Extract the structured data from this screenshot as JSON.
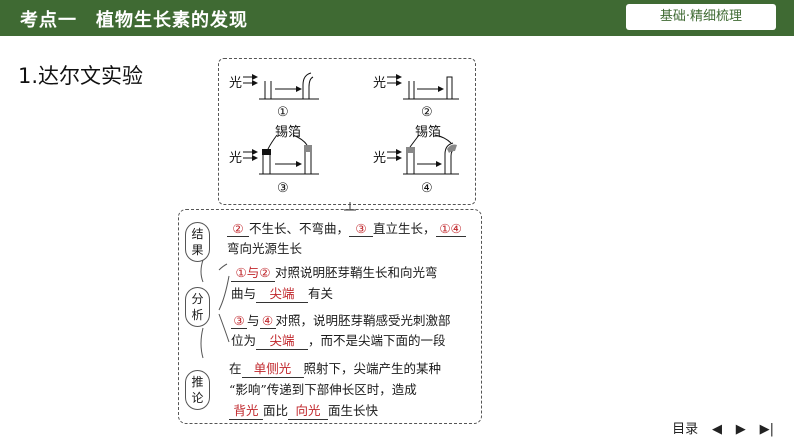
{
  "header": {
    "title": "考点一　植物生长素的发现",
    "tag": "基础·精细梳理"
  },
  "section_title": "1.达尔文实验",
  "experiment": {
    "light_label": "光",
    "foil_label": "锡箔",
    "panels": [
      "①",
      "②",
      "③",
      "④"
    ]
  },
  "notes": {
    "result": {
      "badge": "结果",
      "a1": "②",
      "t1": "不生长、不弯曲，",
      "a2": "③",
      "t2": "直立生长，",
      "a3": "①④",
      "t3": "弯向光源生长"
    },
    "analysis": {
      "badge": "分析",
      "a1": "①与②",
      "t1": "对照说明胚芽鞘生长和向光弯",
      "t2": "曲与",
      "a2": "尖端",
      "t3": "有关",
      "a3": "③",
      "t4": "与",
      "a4": "④",
      "t5": "对照，说明胚芽鞘感受光刺激部",
      "t6": "位为",
      "a5": "尖端",
      "t7": "，而不是尖端下面的一段"
    },
    "inference": {
      "badge": "推论",
      "t1": "在",
      "a1": "单侧光",
      "t2": "照射下，尖端产生的某种",
      "t3": "“影响”传递到下部伸长区时，造成",
      "a2": "背光",
      "t4": "面比",
      "a3": "向光",
      "t5": "面生长快"
    }
  },
  "nav": {
    "menu": "目录",
    "prev": "◀",
    "next": "▶",
    "last": "▶|"
  }
}
